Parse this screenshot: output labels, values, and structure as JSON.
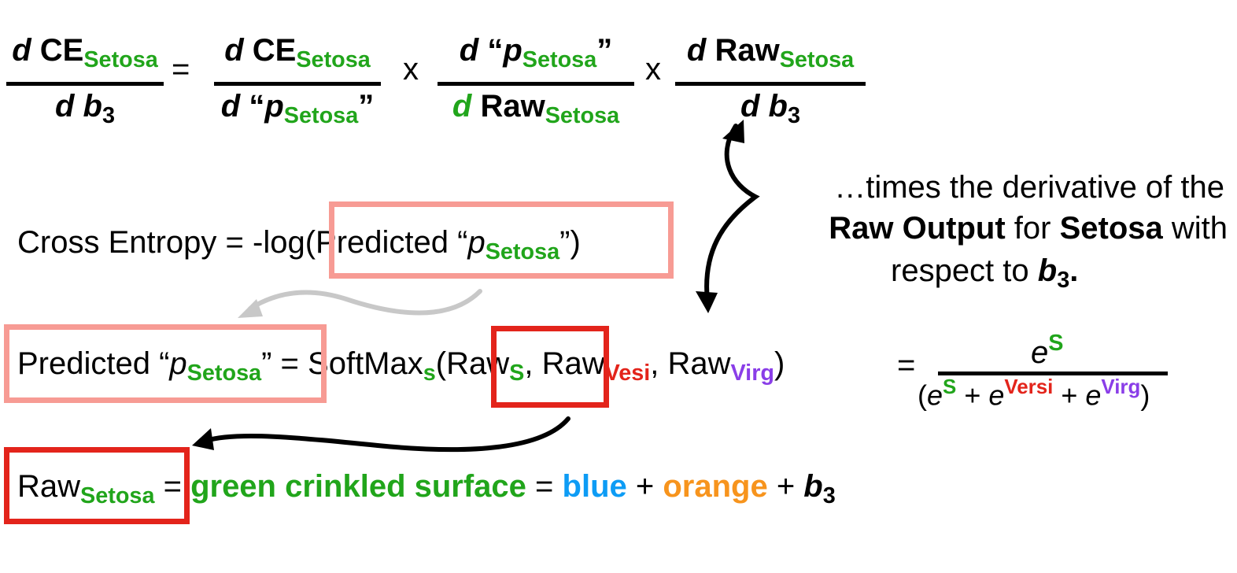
{
  "equation": {
    "lhs": {
      "num_d": "d",
      "num_ce": "CE",
      "num_sub": "Setosa",
      "den_d": "d",
      "den_b": "b",
      "den_sub": "3"
    },
    "eq": "=",
    "t1": {
      "num_d": "d",
      "num_ce": "CE",
      "num_sub": "Setosa",
      "den_d": "d",
      "den_q1": "“",
      "den_p": "p",
      "den_sub": "Setosa",
      "den_q2": "”"
    },
    "x1": "x",
    "t2": {
      "num_d": "d",
      "num_q1": "“",
      "num_p": "p",
      "num_sub": "Setosa",
      "num_q2": "”",
      "den_d": "d",
      "den_raw": "Raw",
      "den_sub": "Setosa"
    },
    "x2": "x",
    "t3": {
      "num_d": "d",
      "num_raw": "Raw",
      "num_sub": "Setosa",
      "den_d": "d",
      "den_b": "b",
      "den_sub": "3"
    }
  },
  "annotation": {
    "line1": "…times the derivative of the",
    "line2_a": "Raw Output",
    "line2_b": " for ",
    "line2_c": "Setosa",
    "line2_d": " with",
    "line3_a": "respect to ",
    "line3_b": "b",
    "line3_sub": "3",
    "line3_end": "."
  },
  "cross_entropy": {
    "lhs": "Cross Entropy = -log",
    "boxed_a": "(Predicted “",
    "boxed_p": "p",
    "boxed_sub": "Setosa",
    "boxed_b": "”)"
  },
  "softmax": {
    "pred_a": "Predicted “",
    "pred_p": "p",
    "pred_sub": "Setosa",
    "pred_b": "”",
    "eq1": " = SoftMax",
    "softmax_sub": "s",
    "paren_raw": "(Raw",
    "raw_s_sub": "S",
    "comma1": ",",
    "raw_vesi": " Raw",
    "vesi_sub": "Vesi",
    "raw_virg": ", Raw",
    "virg_sub": "Virg",
    "close": ")",
    "eq2": "=",
    "frac_num_e": "e",
    "frac_num_sup": "S",
    "den_open": "(",
    "den_e1": "e",
    "den_s": "S",
    "den_plus1": " + ",
    "den_e2": "e",
    "den_versi": "Versi",
    "den_plus2": " + ",
    "den_e3": "e",
    "den_virg": "Virg",
    "den_close": ")"
  },
  "raw_setosa": {
    "raw": "Raw",
    "sub": "Setosa",
    "eq1": " = ",
    "green": "green crinkled surface",
    "eq2": " = ",
    "blue": "blue",
    "plus1": " + ",
    "orange": "orange",
    "plus2": " + ",
    "b": "b",
    "b_sub": "3"
  },
  "colors": {
    "setosa_green": "#21a51b",
    "versi_red": "#e3241b",
    "virg_purple": "#8a3ee8",
    "blue": "#0d9cf5",
    "orange": "#f7941d",
    "pink_box": "#f79b94",
    "red_box": "#e3241b",
    "gray_arrow": "#c8c8c8"
  }
}
